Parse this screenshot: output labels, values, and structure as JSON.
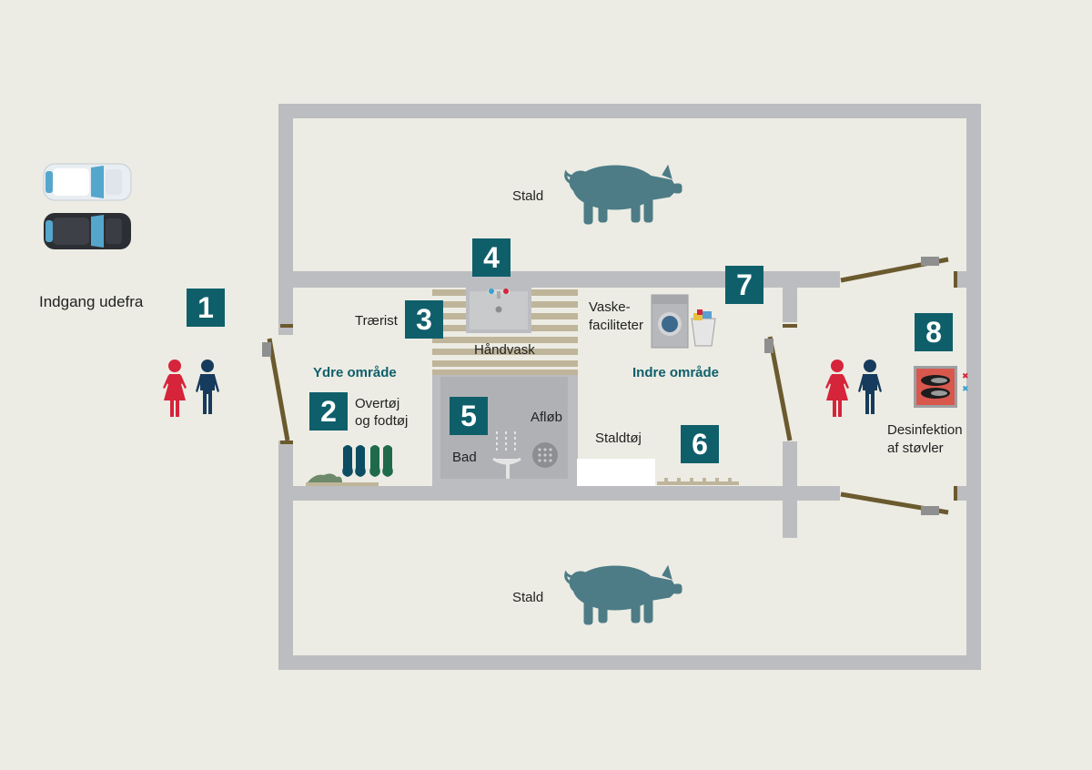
{
  "labels": {
    "entrance": "Indgang udefra",
    "stable_top": "Stald",
    "stable_bottom": "Stald",
    "grate": "Trærist",
    "handwash": "Håndvask",
    "outer_area": "Ydre område",
    "inner_area": "Indre område",
    "clothes_line1": "Overtøj",
    "clothes_line2": "og fodtøj",
    "bath": "Bad",
    "drain": "Afløb",
    "laundry_line1": "Vaske-",
    "laundry_line2": "faciliteter",
    "stable_clothes": "Staldtøj",
    "disinfect_line1": "Desinfektion",
    "disinfect_line2": "af støvler"
  },
  "markers": [
    "1",
    "2",
    "3",
    "4",
    "5",
    "6",
    "7",
    "8"
  ],
  "colors": {
    "background": "#ecece4",
    "wall": "#bcbdc0",
    "marker": "#0f5f6b",
    "pig": "#4d7c86",
    "woman": "#d6243a",
    "man": "#163b5c",
    "wood_grate": "#bfb59a",
    "shower_area": "#b6b7ba",
    "door": "#6b5a2e",
    "disinfect_mat": "#d9584e"
  },
  "icons": [
    "car-icon",
    "pig-icon",
    "woman-icon",
    "man-icon",
    "boots-icon",
    "washing-machine-icon",
    "laundry-basket-icon",
    "shower-icon",
    "drain-icon",
    "faucet-icon",
    "disinfection-mat-icon"
  ]
}
